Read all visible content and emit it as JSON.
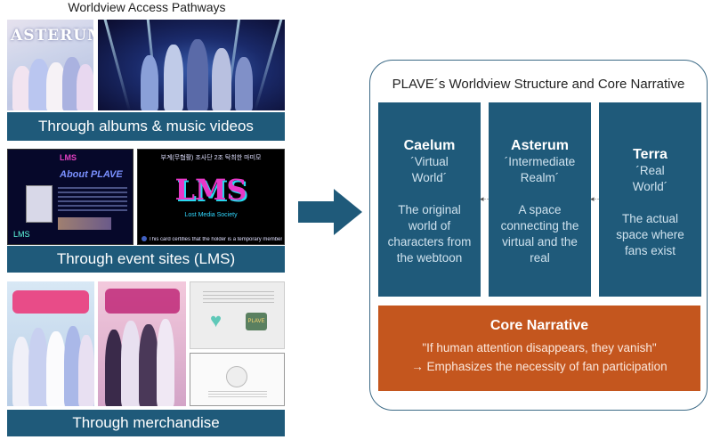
{
  "left": {
    "title": "Worldview Access Pathways",
    "album_logo": "ASTERUM",
    "lms_logo": "LMS",
    "lms_sub": "Lost Media Society",
    "lms_header": "About PLAVE",
    "lms_card_top": "부계(무협활) 조사단 2조 탁최한 마미모",
    "lms_card_footer": "This card certifies that the holder is a temporary member of the LMS",
    "merch_badge": "PLAVE",
    "bands": [
      "Through albums & music videos",
      "Through event sites (LMS)",
      "Through merchandise"
    ]
  },
  "panel": {
    "title": "PLAVE´s Worldview Structure and Core Narrative",
    "columns": [
      {
        "name": "Caelum",
        "sub": "´Virtual\nWorld´",
        "desc": "The original\nworld of\ncharacters from\nthe webtoon"
      },
      {
        "name": "Asterum",
        "sub": "´Intermediate\nRealm´",
        "desc": "A space\nconnecting the\nvirtual and the\nreal"
      },
      {
        "name": "Terra",
        "sub": "´Real\nWorld´",
        "desc": "The actual\nspace where\nfans exist"
      }
    ],
    "core": {
      "name": "Core Narrative",
      "quote": "\"If human attention disappears, they vanish\"",
      "emphasis": "→ Emphasizes the necessity of fan participation"
    }
  },
  "colors": {
    "band": "#1f5a7a",
    "core": "#c4561e",
    "panel_border": "#3c6a86"
  }
}
